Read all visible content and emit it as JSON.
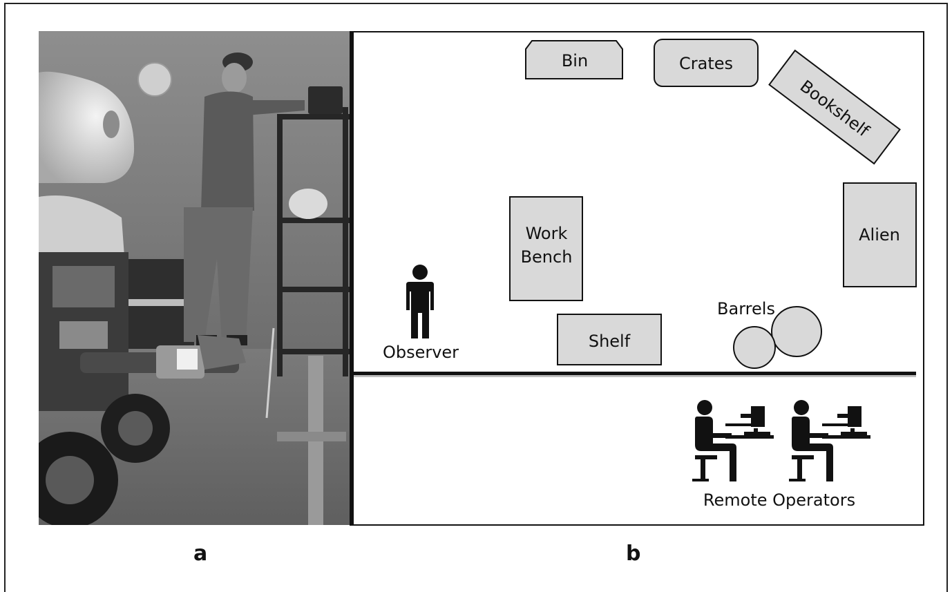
{
  "panels": {
    "a": "a",
    "b": "b"
  },
  "objects": {
    "bin": "Bin",
    "crates": "Crates",
    "bookshelf": "Bookshelf",
    "work_bench_line1": "Work",
    "work_bench_line2": "Bench",
    "alien": "Alien",
    "shelf": "Shelf",
    "barrels": "Barrels",
    "observer": "Observer",
    "remote_operators": "Remote Operators"
  },
  "colors": {
    "object_fill": "#d9d9d9",
    "stroke": "#111111"
  }
}
